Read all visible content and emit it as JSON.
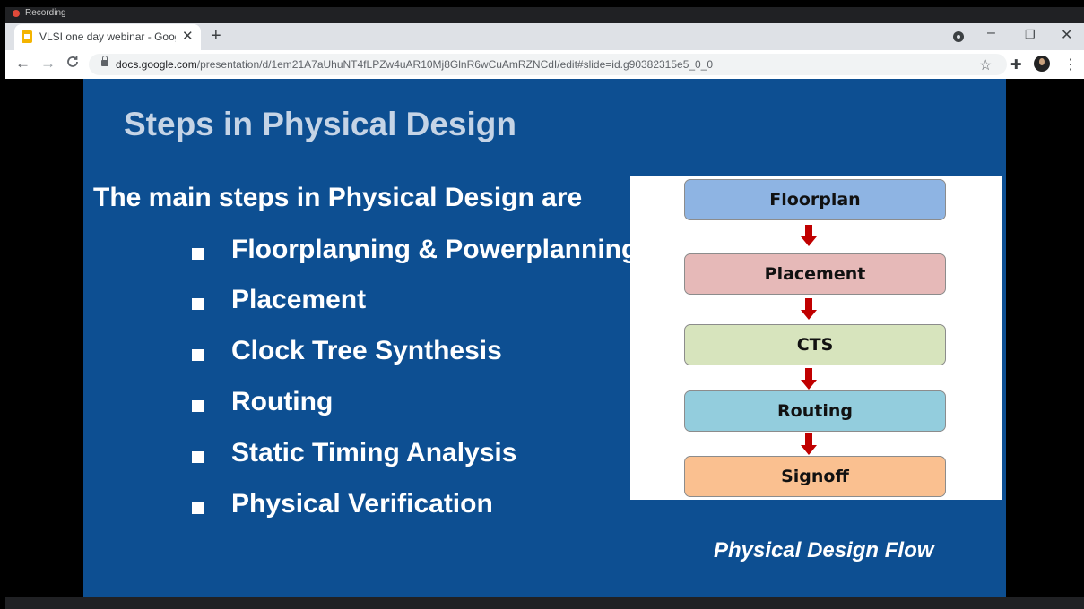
{
  "recording": {
    "label": "Recording"
  },
  "browser": {
    "tab_title": "VLSI one day webinar - Google Slides",
    "tab_close": "✕",
    "new_tab": "+",
    "window_controls": {
      "minimize": "–",
      "restore": "❐",
      "close": "✕"
    },
    "nav": {
      "back": "←",
      "forward": "→",
      "reload": "C"
    },
    "url_host": "docs.google.com",
    "url_path": "/presentation/d/1em21A7aUhuNT4fLPZw4uAR10Mj8GlnR6wCuAmRZNCdI/edit#slide=id.g90382315e5_0_0",
    "star": "☆",
    "extensions": "✚",
    "menu": "⋮"
  },
  "slide": {
    "title": "Steps in Physical Design",
    "intro": "The main steps in Physical Design are",
    "bullets": [
      "Floorplanning & Powerplanning",
      "Placement",
      "Clock Tree Synthesis",
      "Routing",
      "Static Timing Analysis",
      "Physical Verification"
    ],
    "flow": {
      "steps": [
        {
          "label": "Floorplan",
          "color": "#8eb4e3"
        },
        {
          "label": "Placement",
          "color": "#e6b9b8"
        },
        {
          "label": "CTS",
          "color": "#d7e4bd"
        },
        {
          "label": "Routing",
          "color": "#93cddd"
        },
        {
          "label": "Signoff",
          "color": "#fac090"
        }
      ],
      "arrow_color": "#c00000",
      "caption": "Physical Design Flow"
    }
  },
  "colors": {
    "slide_bg": "#0d4f92",
    "title_text": "#c5d4e6",
    "chrome_tabbar": "#dee1e6"
  }
}
